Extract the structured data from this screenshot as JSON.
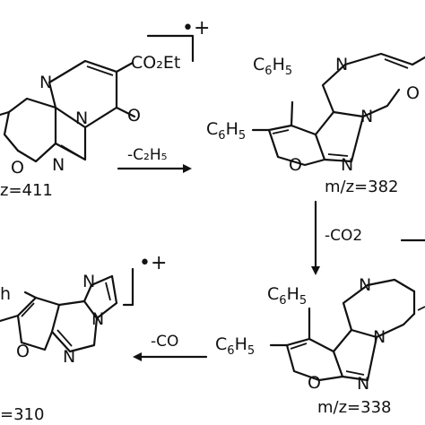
{
  "radical_cation": "•+",
  "atoms": {
    "N": "N",
    "O": "O",
    "C6": "C",
    "H5": "H",
    "sub6": "6",
    "sub5": "5"
  },
  "top_left": {
    "ester": "CO₂Et",
    "mz": "z=411"
  },
  "top_right": {
    "mz": "m/z=382"
  },
  "bottom_right": {
    "mz": "m/z=338"
  },
  "bottom_left": {
    "fragment_h": "h",
    "mz": "=310"
  },
  "arrows": {
    "loss_c2h5": "-C₂H₅",
    "loss_co2": "-CO2",
    "loss_co": "-CO"
  }
}
